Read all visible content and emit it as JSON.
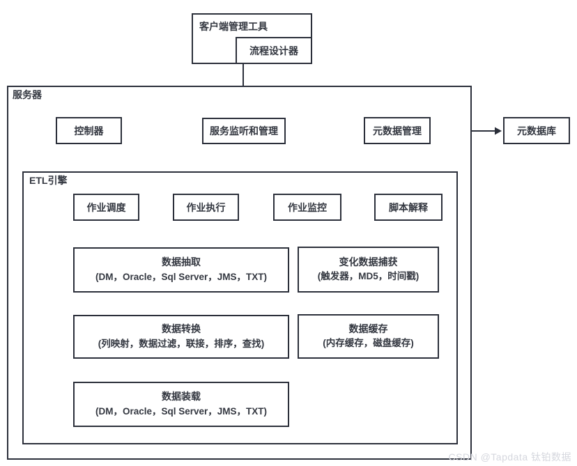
{
  "diagram": {
    "client": {
      "title": "客户端管理工具",
      "designer": "流程设计器"
    },
    "server": {
      "label": "服务器",
      "controller": "控制器",
      "service_monitor": "服务监听和管理",
      "metadata_mgmt": "元数据管理",
      "etl": {
        "label": "ETL引擎",
        "jobs": [
          "作业调度",
          "作业执行",
          "作业监控",
          "脚本解释"
        ],
        "modules": [
          {
            "title": "数据抽取",
            "subtitle": "(DM，Oracle，Sql Server，JMS，TXT)"
          },
          {
            "title": "变化数据捕获",
            "subtitle": "(触发器，MD5，时间戳)"
          },
          {
            "title": "数据转换",
            "subtitle": "(列映射，数据过滤，联接，排序，查找)"
          },
          {
            "title": "数据缓存",
            "subtitle": "(内存缓存，磁盘缓存)"
          },
          {
            "title": "数据装载",
            "subtitle": "(DM，Oracle，Sql Server，JMS，TXT)"
          }
        ]
      }
    },
    "metadata_db": "元数据库",
    "watermark": "CSDN @Tapdata 钛铂数据",
    "colors": {
      "border": "#2b2f3a",
      "text": "#333740",
      "watermark": "#d5d7de",
      "background": "#ffffff"
    }
  }
}
